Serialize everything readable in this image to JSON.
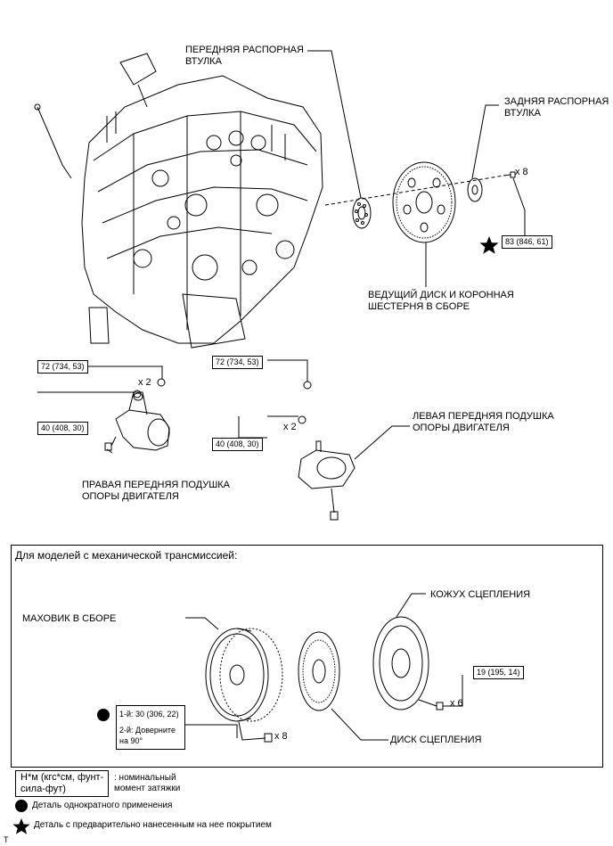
{
  "labels": {
    "front_spacer": "ПЕРЕДНЯЯ РАСПОРНАЯ\nВТУЛКА",
    "rear_spacer": "ЗАДНЯЯ РАСПОРНАЯ\nВТУЛКА",
    "drive_plate": "ВЕДУЩИЙ ДИСК И КОРОННАЯ\nШЕСТЕРНЯ В СБОРЕ",
    "right_mount": "ПРАВАЯ ПЕРЕДНЯЯ ПОДУШКА\nОПОРЫ ДВИГАТЕЛЯ",
    "left_mount": "ЛЕВАЯ ПЕРЕДНЯЯ ПОДУШКА\nОПОРЫ ДВИГАТЕЛЯ",
    "mt_header": "Для моделей с механической трансмиссией:",
    "flywheel": "МАХОВИК В СБОРЕ",
    "clutch_cover": "КОЖУХ СЦЕПЛЕНИЯ",
    "clutch_disc": "ДИСК СЦЕПЛЕНИЯ"
  },
  "torques": {
    "drive_plate_bolt": "83 (846, 61)",
    "right_upper": "72 (734, 53)",
    "right_lower": "40 (408, 30)",
    "left_upper": "72 (734, 53)",
    "left_lower": "40 (408, 30)",
    "clutch_cover_bolt": "19 (195, 14)",
    "flywheel_step1": "1-й: 30 (306, 22)",
    "flywheel_step2": "2-й: Доверните\nна 90°"
  },
  "quantities": {
    "drive_plate_bolts": "x 8",
    "right_nuts": "x 2",
    "left_nuts": "x 2",
    "flywheel_bolts": "x 8",
    "clutch_cover_bolts": "x 6"
  },
  "legend": {
    "unit_box": "Н*м (кгс*см, фунт-\nсила-фут)",
    "unit_desc": ": номинальный\nмомент затяжки",
    "non_reusable": "Деталь однократного применения",
    "precoated": "Деталь с предварительно нанесенным на нее покрытием"
  },
  "corner_mark": "T",
  "colors": {
    "line": "#000000",
    "background": "#ffffff"
  }
}
